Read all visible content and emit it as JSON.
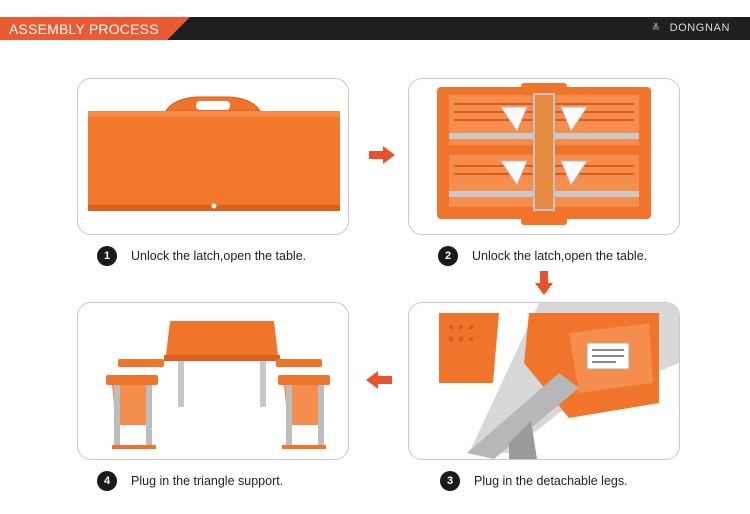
{
  "header": {
    "section_title": "ASSEMBLY PROCESS",
    "brand": "DONGNAN",
    "chevron": "≚"
  },
  "colors": {
    "accent": "#ec5a34",
    "orange": "#f0742a",
    "bar": "#1f1f1f",
    "arrow": "#e8532e"
  },
  "steps": [
    {
      "number": "1",
      "caption": "Unlock the latch,open the table."
    },
    {
      "number": "2",
      "caption": "Unlock the latch,open the table."
    },
    {
      "number": "3",
      "caption": "Plug in the detachable legs."
    },
    {
      "number": "4",
      "caption": "Plug in the triangle support."
    }
  ],
  "icons": [
    "arrow-right-icon",
    "arrow-down-icon",
    "arrow-left-icon",
    "chevron-down-icon"
  ]
}
